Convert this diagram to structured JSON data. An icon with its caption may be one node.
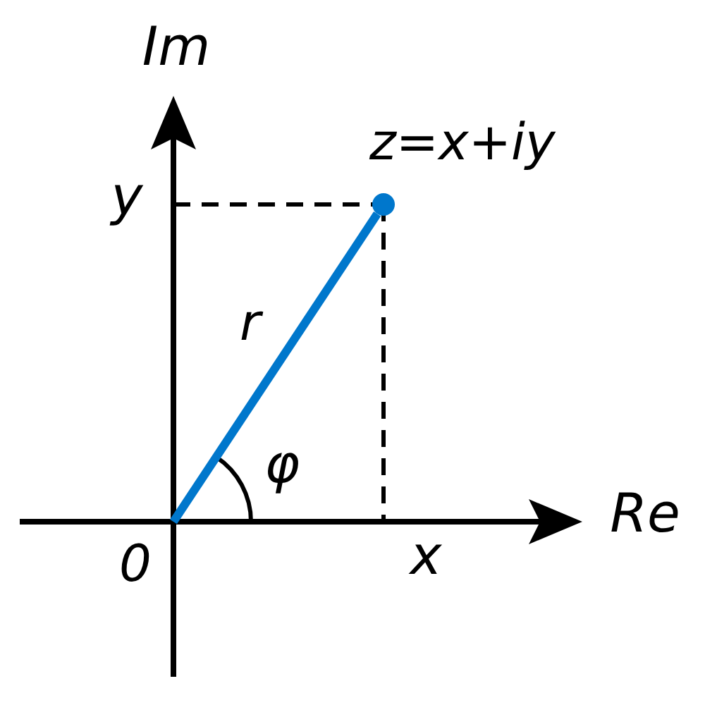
{
  "diagram": {
    "nodes": [
      {
        "text": [
          "0"
        ]
      },
      {
        "text": [],
        "shape": "circle",
        "beside": [
          "z=x+iy"
        ]
      }
    ],
    "edges": [
      {
        "from": 0,
        "to": 1,
        "arrow": "none",
        "label": "r",
        "color": "#0077cc"
      }
    ],
    "labels": [
      "Im",
      "y",
      "Re",
      "x",
      "φ"
    ]
  }
}
